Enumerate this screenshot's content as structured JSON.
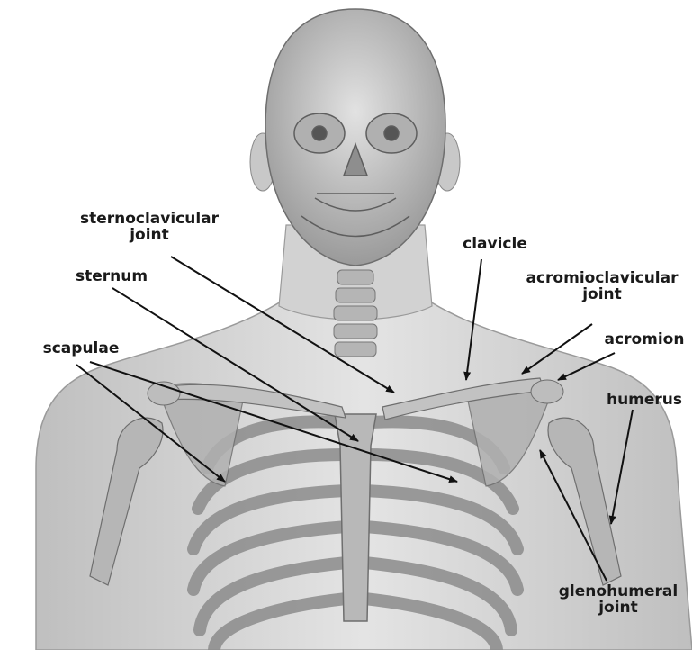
{
  "figure": {
    "labels": {
      "sternoclavicular": {
        "line1": "sternoclavicular",
        "line2": "joint"
      },
      "sternum": {
        "text": "sternum"
      },
      "scapulae": {
        "text": "scapulae"
      },
      "clavicle": {
        "text": "clavicle"
      },
      "acromioclavicular": {
        "line1": "acromioclavicular",
        "line2": "joint"
      },
      "acromion": {
        "text": "acromion"
      },
      "humerus": {
        "text": "humerus"
      },
      "glenohumeral": {
        "line1": "glenohumeral",
        "line2": "joint"
      }
    },
    "colors": {
      "background": "#ffffff",
      "body": "#dcdcdc",
      "bone": "#bdbdbd",
      "rib": "#9c9c9c",
      "outline": "#7a7a7a",
      "arrow": "#111111"
    }
  }
}
